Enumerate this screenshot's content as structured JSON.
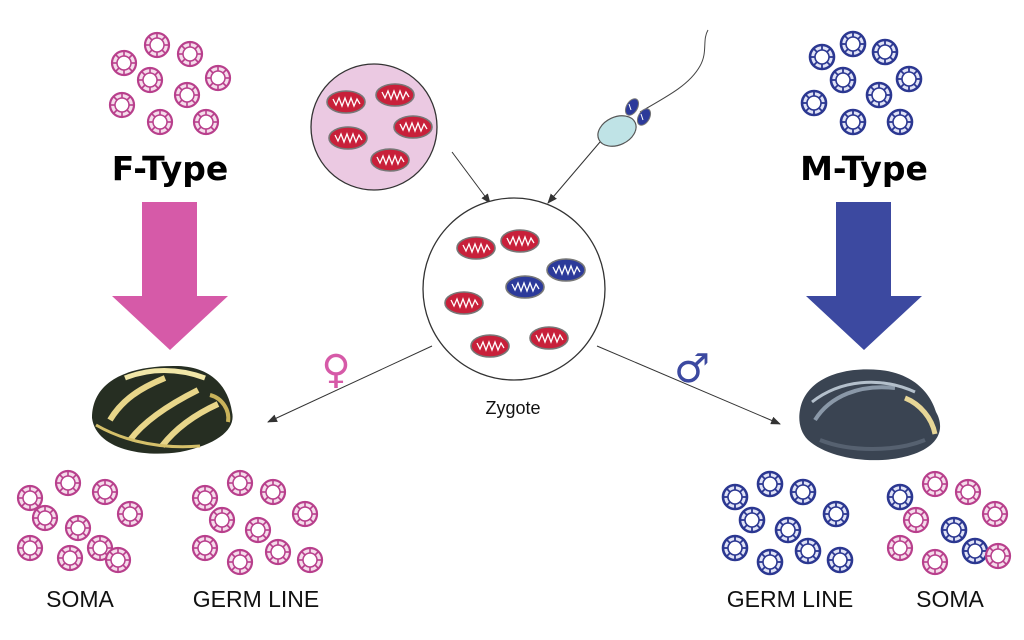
{
  "f_type": {
    "title": "F-Type",
    "color": "#d65aa8",
    "mito_fill": "#f3d8ea",
    "mito_stroke": "#b03c86"
  },
  "m_type": {
    "title": "M-Type",
    "color": "#3c49a0",
    "mito_fill": "#e3e5f5",
    "mito_stroke": "#2c3a8c"
  },
  "zygote": {
    "label": "Zygote"
  },
  "female": {
    "symbol": "♀",
    "color": "#d65aa8"
  },
  "male": {
    "symbol": "♂",
    "color": "#3c49a0"
  },
  "left_groups": {
    "soma": "SOMA",
    "germ_line": "GERM LINE"
  },
  "right_groups": {
    "germ_line": "GERM LINE",
    "soma": "SOMA"
  },
  "colors": {
    "egg": "#ebc9e2",
    "oval_red": "#c8203a",
    "oval_blue": "#2c3a9a",
    "sperm": "#bfe3e6"
  }
}
